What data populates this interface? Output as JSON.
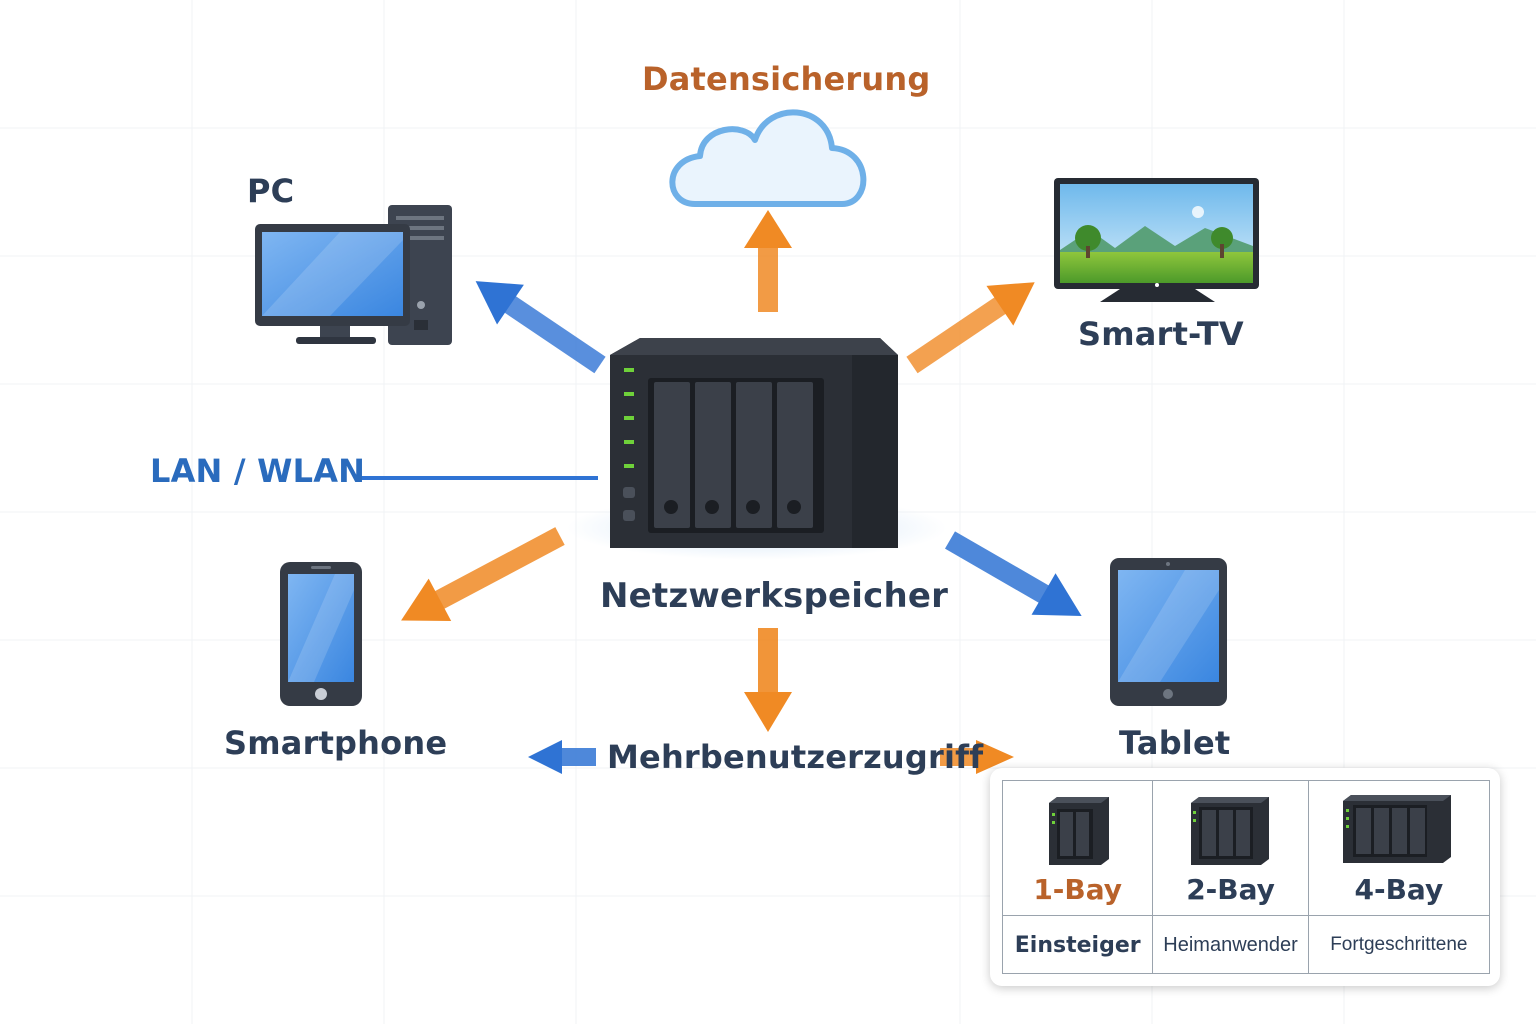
{
  "diagram": {
    "center_label": "Netzwerkspeicher",
    "cloud_label": "Datensicherung",
    "pc_label": "PC",
    "tv_label": "Smart-TV",
    "lan_label": "LAN / WLAN",
    "smartphone_label": "Smartphone",
    "tablet_label": "Tablet",
    "multiuser_label": "Mehrbenutzerzugriff"
  },
  "bays": [
    {
      "title": "1-Bay",
      "subtitle": "Einsteiger",
      "title_color": "#b9622a"
    },
    {
      "title": "2-Bay",
      "subtitle": "Heimanwender",
      "title_color": "#2d3e57"
    },
    {
      "title": "4-Bay",
      "subtitle": "Fortgeschrittene",
      "title_color": "#2d3e57"
    }
  ],
  "colors": {
    "orange": "#f08a24",
    "blue": "#2f73d4",
    "dark": "#2d3e57"
  }
}
